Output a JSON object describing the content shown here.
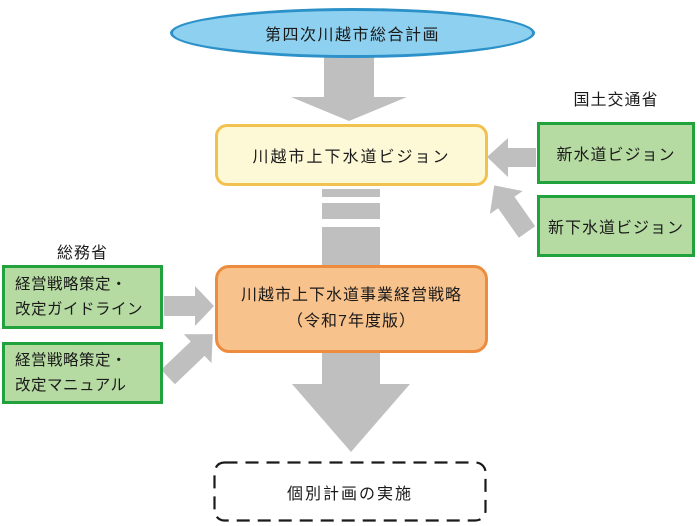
{
  "diagram": {
    "comprehensive_plan": "第四次川越市総合計画",
    "vision_box": "川越市上下水道ビジョン",
    "strategy_box": {
      "line1": "川越市上下水道事業経営戦略",
      "line2": "（令和7年度版）"
    },
    "implementation_box": "個別計画の実施",
    "mlit": {
      "label": "国土交通省",
      "boxes": [
        "新水道ビジョン",
        "新下水道ビジョン"
      ]
    },
    "mic": {
      "label": "総務省",
      "boxes": [
        {
          "line1": "経営戦略策定・",
          "line2": "改定ガイドライン"
        },
        {
          "line1": "経営戦略策定・",
          "line2": "改定マニュアル"
        }
      ]
    },
    "colors": {
      "ellipse_fill": "#8ED0EF",
      "ellipse_border": "#2B91C8",
      "vision_fill": "#FDF8D6",
      "vision_border": "#F1C24F",
      "strategy_fill": "#F8C28C",
      "strategy_border": "#ED8C3E",
      "green_fill": "#B6DBA2",
      "green_border": "#21A23C",
      "arrow_gray": "#BFBFBF",
      "dashed_border": "#1a1a1a"
    }
  }
}
